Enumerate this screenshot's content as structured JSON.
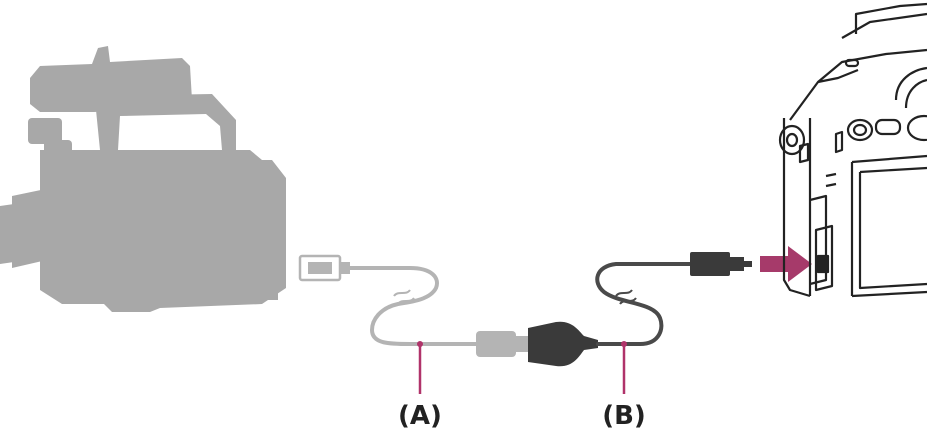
{
  "callouts": {
    "a": "(A)",
    "b": "(B)"
  },
  "colors": {
    "device_silhouette": "#a8a8a8",
    "cable_light": "#b4b4b4",
    "cable_dark": "#4a4a4a",
    "adapter": "#3a3a3a",
    "callout_line": "#b0336a",
    "arrow": "#a63a6a",
    "camera_outline": "#222222"
  },
  "icons": {
    "left_device": "camcorder-silhouette",
    "right_device": "mirrorless-camera-side",
    "insert_arrow": "arrow-right"
  }
}
